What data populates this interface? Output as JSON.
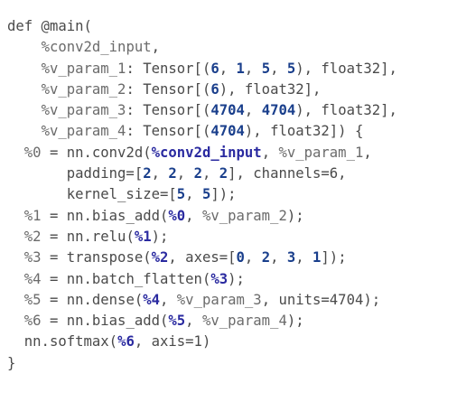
{
  "editor": {
    "lines": [
      {
        "indent": 0,
        "tokens": [
          {
            "t": "text",
            "v": "def @main("
          }
        ]
      },
      {
        "indent": 4,
        "tokens": [
          {
            "t": "var",
            "v": "%conv2d_input"
          },
          {
            "t": "text",
            "v": ","
          }
        ]
      },
      {
        "indent": 4,
        "tokens": [
          {
            "t": "var",
            "v": "%v_param_1"
          },
          {
            "t": "text",
            "v": ": Tensor[("
          },
          {
            "t": "num",
            "v": "6"
          },
          {
            "t": "text",
            "v": ", "
          },
          {
            "t": "num",
            "v": "1"
          },
          {
            "t": "text",
            "v": ", "
          },
          {
            "t": "num",
            "v": "5"
          },
          {
            "t": "text",
            "v": ", "
          },
          {
            "t": "num",
            "v": "5"
          },
          {
            "t": "text",
            "v": "), float32],"
          }
        ]
      },
      {
        "indent": 4,
        "tokens": [
          {
            "t": "var",
            "v": "%v_param_2"
          },
          {
            "t": "text",
            "v": ": Tensor[("
          },
          {
            "t": "num",
            "v": "6"
          },
          {
            "t": "text",
            "v": "), float32],"
          }
        ]
      },
      {
        "indent": 4,
        "tokens": [
          {
            "t": "var",
            "v": "%v_param_3"
          },
          {
            "t": "text",
            "v": ": Tensor[("
          },
          {
            "t": "num",
            "v": "4704"
          },
          {
            "t": "text",
            "v": ", "
          },
          {
            "t": "num",
            "v": "4704"
          },
          {
            "t": "text",
            "v": "), float32],"
          }
        ]
      },
      {
        "indent": 4,
        "tokens": [
          {
            "t": "var",
            "v": "%v_param_4"
          },
          {
            "t": "text",
            "v": ": Tensor[("
          },
          {
            "t": "num",
            "v": "4704"
          },
          {
            "t": "text",
            "v": "), float32]) {"
          }
        ]
      },
      {
        "indent": 2,
        "tokens": [
          {
            "t": "var",
            "v": "%0"
          },
          {
            "t": "text",
            "v": " = nn.conv2d("
          },
          {
            "t": "ref",
            "v": "%conv2d_input"
          },
          {
            "t": "text",
            "v": ", "
          },
          {
            "t": "var",
            "v": "%v_param_1"
          },
          {
            "t": "text",
            "v": ","
          }
        ]
      },
      {
        "indent": 7,
        "tokens": [
          {
            "t": "text",
            "v": "padding=["
          },
          {
            "t": "num",
            "v": "2"
          },
          {
            "t": "text",
            "v": ", "
          },
          {
            "t": "num",
            "v": "2"
          },
          {
            "t": "text",
            "v": ", "
          },
          {
            "t": "num",
            "v": "2"
          },
          {
            "t": "text",
            "v": ", "
          },
          {
            "t": "num",
            "v": "2"
          },
          {
            "t": "text",
            "v": "], channels=6,"
          }
        ]
      },
      {
        "indent": 7,
        "tokens": [
          {
            "t": "text",
            "v": "kernel_size=["
          },
          {
            "t": "num",
            "v": "5"
          },
          {
            "t": "text",
            "v": ", "
          },
          {
            "t": "num",
            "v": "5"
          },
          {
            "t": "text",
            "v": "]);"
          }
        ]
      },
      {
        "indent": 2,
        "tokens": [
          {
            "t": "var",
            "v": "%1"
          },
          {
            "t": "text",
            "v": " = nn.bias_add("
          },
          {
            "t": "ref",
            "v": "%0"
          },
          {
            "t": "text",
            "v": ", "
          },
          {
            "t": "var",
            "v": "%v_param_2"
          },
          {
            "t": "text",
            "v": ");"
          }
        ]
      },
      {
        "indent": 2,
        "tokens": [
          {
            "t": "var",
            "v": "%2"
          },
          {
            "t": "text",
            "v": " = nn.relu("
          },
          {
            "t": "ref",
            "v": "%1"
          },
          {
            "t": "text",
            "v": ");"
          }
        ]
      },
      {
        "indent": 2,
        "tokens": [
          {
            "t": "var",
            "v": "%3"
          },
          {
            "t": "text",
            "v": " = transpose("
          },
          {
            "t": "ref",
            "v": "%2"
          },
          {
            "t": "text",
            "v": ", axes=["
          },
          {
            "t": "num",
            "v": "0"
          },
          {
            "t": "text",
            "v": ", "
          },
          {
            "t": "num",
            "v": "2"
          },
          {
            "t": "text",
            "v": ", "
          },
          {
            "t": "num",
            "v": "3"
          },
          {
            "t": "text",
            "v": ", "
          },
          {
            "t": "num",
            "v": "1"
          },
          {
            "t": "text",
            "v": "]);"
          }
        ]
      },
      {
        "indent": 2,
        "tokens": [
          {
            "t": "var",
            "v": "%4"
          },
          {
            "t": "text",
            "v": " = nn.batch_flatten("
          },
          {
            "t": "ref",
            "v": "%3"
          },
          {
            "t": "text",
            "v": ");"
          }
        ]
      },
      {
        "indent": 2,
        "tokens": [
          {
            "t": "var",
            "v": "%5"
          },
          {
            "t": "text",
            "v": " = nn.dense("
          },
          {
            "t": "ref",
            "v": "%4"
          },
          {
            "t": "text",
            "v": ", "
          },
          {
            "t": "var",
            "v": "%v_param_3"
          },
          {
            "t": "text",
            "v": ", units=4704);"
          }
        ]
      },
      {
        "indent": 2,
        "tokens": [
          {
            "t": "var",
            "v": "%6"
          },
          {
            "t": "text",
            "v": " = nn.bias_add("
          },
          {
            "t": "ref",
            "v": "%5"
          },
          {
            "t": "text",
            "v": ", "
          },
          {
            "t": "var",
            "v": "%v_param_4"
          },
          {
            "t": "text",
            "v": ");"
          }
        ]
      },
      {
        "indent": 2,
        "tokens": [
          {
            "t": "text",
            "v": "nn.softmax("
          },
          {
            "t": "ref",
            "v": "%6"
          },
          {
            "t": "text",
            "v": ", axis=1)"
          }
        ]
      },
      {
        "indent": 0,
        "tokens": [
          {
            "t": "text",
            "v": "}"
          }
        ]
      }
    ]
  }
}
